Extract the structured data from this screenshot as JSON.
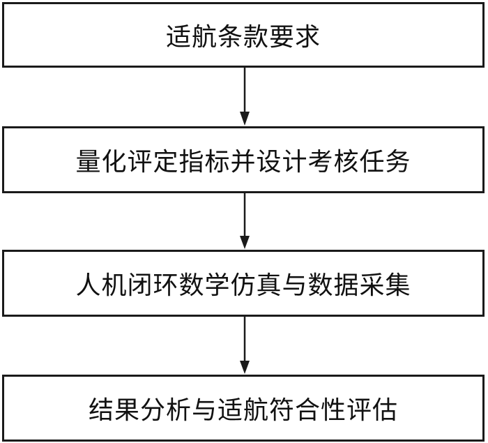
{
  "diagram": {
    "steps": [
      {
        "label": "适航条款要求"
      },
      {
        "label": "量化评定指标并设计考核任务"
      },
      {
        "label": "人机闭环数学仿真与数据采集"
      },
      {
        "label": "结果分析与适航符合性评估"
      }
    ]
  }
}
